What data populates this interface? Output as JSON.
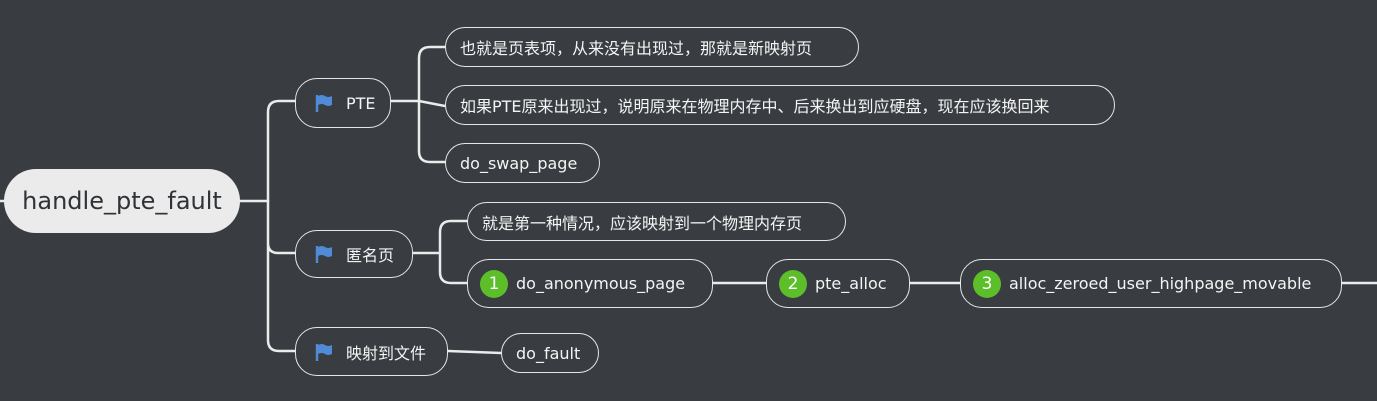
{
  "root": {
    "label": "handle_pte_fault"
  },
  "branches": [
    {
      "label": "PTE",
      "icon": "flag-icon",
      "children": [
        {
          "label": "也就是页表项，从来没有出现过，那就是新映射页"
        },
        {
          "label": "如果PTE原来出现过，说明原来在物理内存中、后来换出到应硬盘，现在应该换回来"
        },
        {
          "label": "do_swap_page"
        }
      ]
    },
    {
      "label": "匿名页",
      "icon": "flag-icon",
      "children": [
        {
          "label": "就是第一种情况，应该映射到一个物理内存页"
        },
        {
          "label": "do_anonymous_page",
          "step": "1"
        }
      ],
      "chain": [
        {
          "label": "pte_alloc",
          "step": "2"
        },
        {
          "label": "alloc_zeroed_user_highpage_movable",
          "step": "3"
        }
      ]
    },
    {
      "label": "映射到文件",
      "icon": "flag-icon",
      "children": [
        {
          "label": "do_fault"
        }
      ]
    }
  ],
  "colors": {
    "background": "#393c41",
    "root_fill": "#ebebeb",
    "connector": "#ebebeb",
    "flag": "#4f8bd6",
    "step_badge": "#5cbf2a"
  }
}
